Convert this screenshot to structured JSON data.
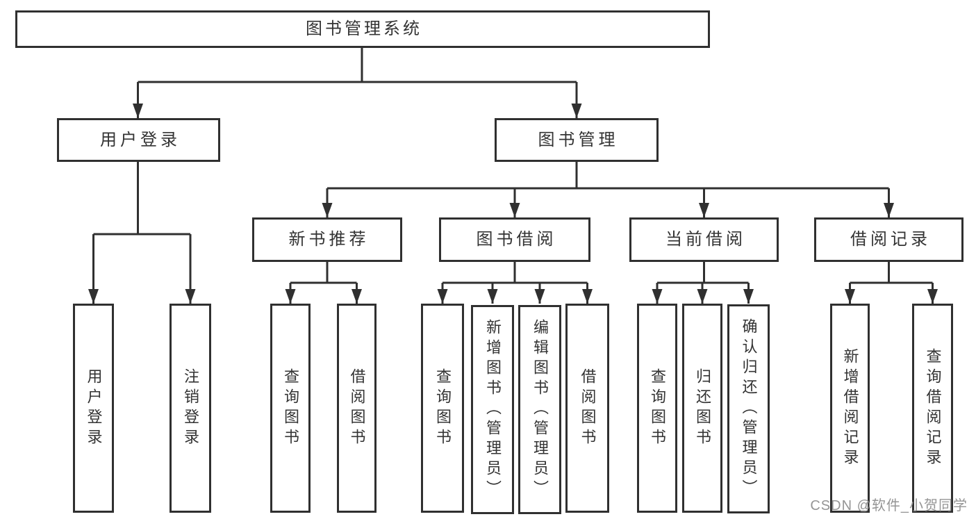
{
  "colors": {
    "line": "#303030",
    "text": "#333333",
    "background": "#ffffff",
    "watermark": "#8f8f8f"
  },
  "tree": {
    "label": "图书管理系统",
    "children": [
      {
        "label": "用户登录",
        "children": [
          {
            "label": "用户登录"
          },
          {
            "label": "注销登录"
          }
        ]
      },
      {
        "label": "图书管理",
        "children": [
          {
            "label": "新书推荐",
            "children": [
              {
                "label": "查询图书"
              },
              {
                "label": "借阅图书"
              }
            ]
          },
          {
            "label": "图书借阅",
            "children": [
              {
                "label": "查询图书"
              },
              {
                "label": "新增图书（管理员）"
              },
              {
                "label": "编辑图书（管理员）"
              },
              {
                "label": "借阅图书"
              }
            ]
          },
          {
            "label": "当前借阅",
            "children": [
              {
                "label": "查询图书"
              },
              {
                "label": "归还图书"
              },
              {
                "label": "确认归还（管理员）"
              }
            ]
          },
          {
            "label": "借阅记录",
            "children": [
              {
                "label": "新增借阅记录"
              },
              {
                "label": "查询借阅记录"
              }
            ]
          }
        ]
      }
    ]
  },
  "watermark": {
    "text": "CSDN @软件_小贺同学"
  }
}
